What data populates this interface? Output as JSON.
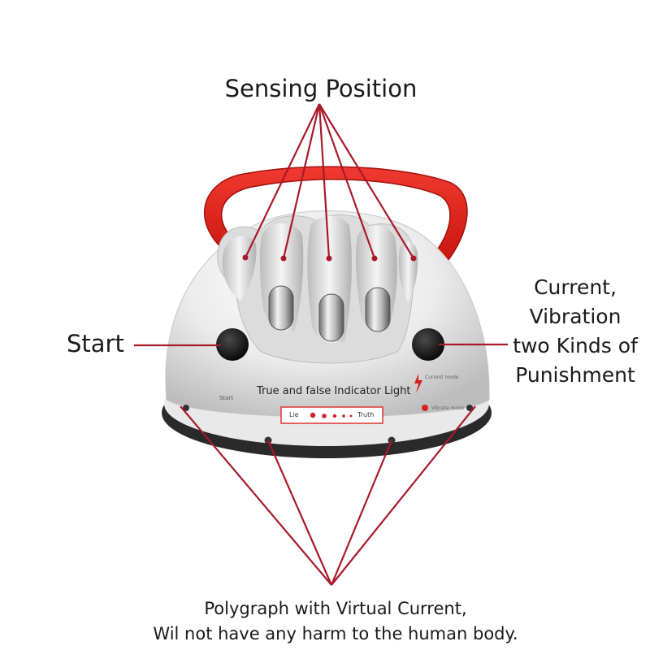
{
  "headline": "Sensing Position",
  "start_label": "Start",
  "punishment": {
    "line1": "Current,",
    "line2": "Vibration",
    "line3": "two Kinds of",
    "line4": "Punishment"
  },
  "caption": {
    "line1": "Polygraph with Virtual Current,",
    "line2": "Wil not have any harm to the human body."
  },
  "device": {
    "indicator_title": "True and false Indicator Light",
    "lie": "Lie",
    "truth": "Truth",
    "start_small": "Start",
    "mode_current": "Current mode",
    "mode_vibrate": "Vibrate mode"
  },
  "colors": {
    "annotation_lines": "#a8192a",
    "strap": "#e8231e",
    "body": "#eeeeee",
    "led": "#d42020"
  }
}
